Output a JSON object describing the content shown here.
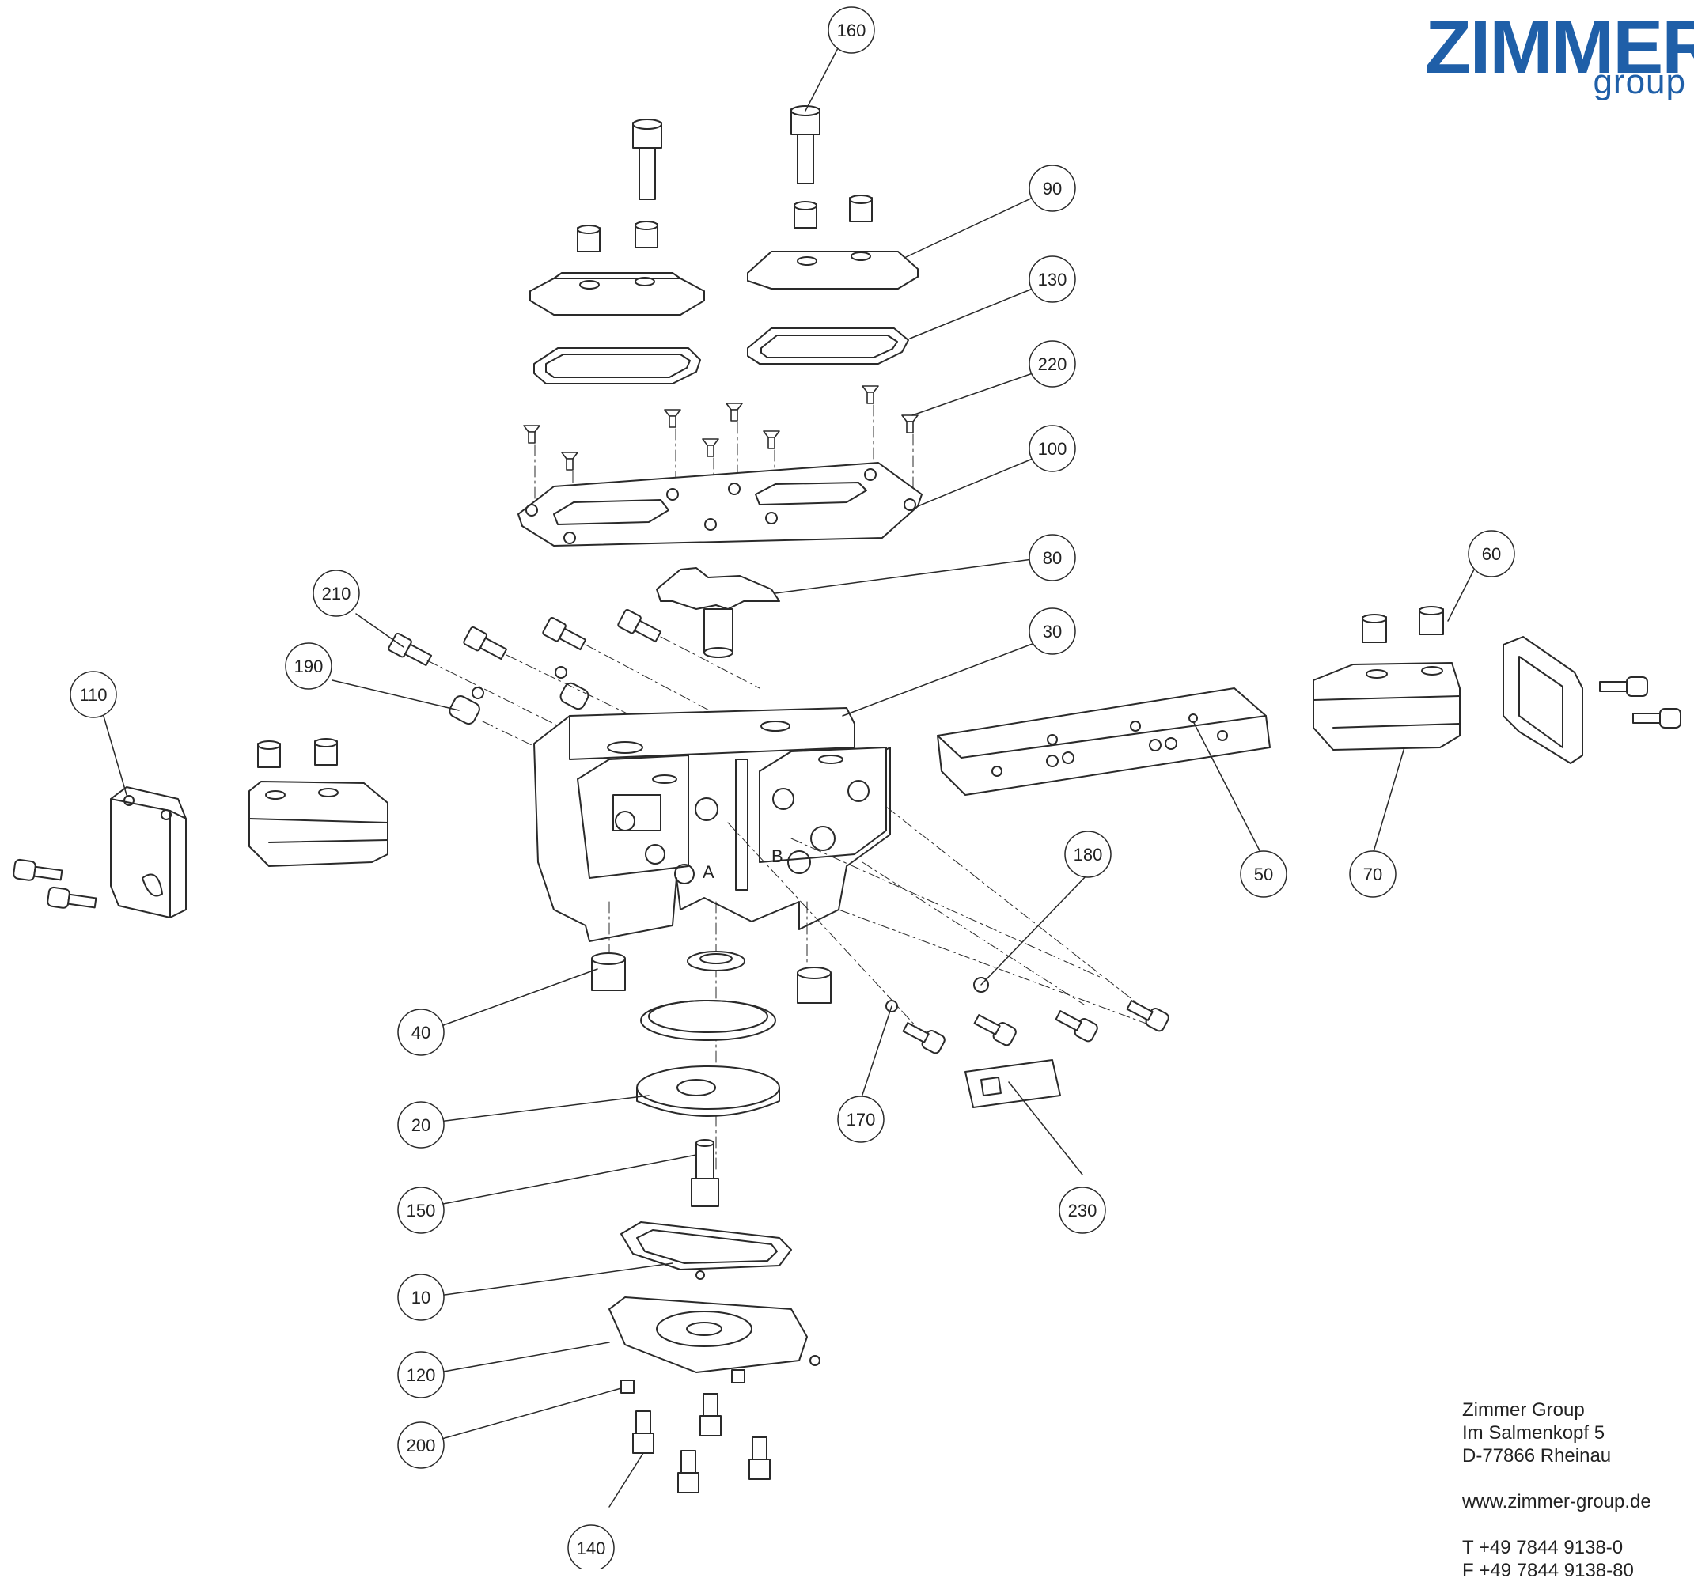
{
  "logo": {
    "main": "ZIMMER",
    "sub": "group"
  },
  "balloons": [
    "160",
    "90",
    "130",
    "220",
    "100",
    "80",
    "30",
    "60",
    "210",
    "190",
    "110",
    "50",
    "70",
    "180",
    "40",
    "20",
    "170",
    "150",
    "230",
    "10",
    "120",
    "200",
    "140"
  ],
  "part_marks": {
    "port_a": "A",
    "port_b": "B"
  },
  "address": {
    "company": "Zimmer Group",
    "street": "Im Salmenkopf 5",
    "city": "D-77866 Rheinau",
    "web": "www.zimmer-group.de",
    "phone": "T +49 7844 9138-0",
    "fax": "F +49 7844 9138-80"
  },
  "colors": {
    "brand": "#1f5fa8",
    "line": "#2a2a2a"
  }
}
